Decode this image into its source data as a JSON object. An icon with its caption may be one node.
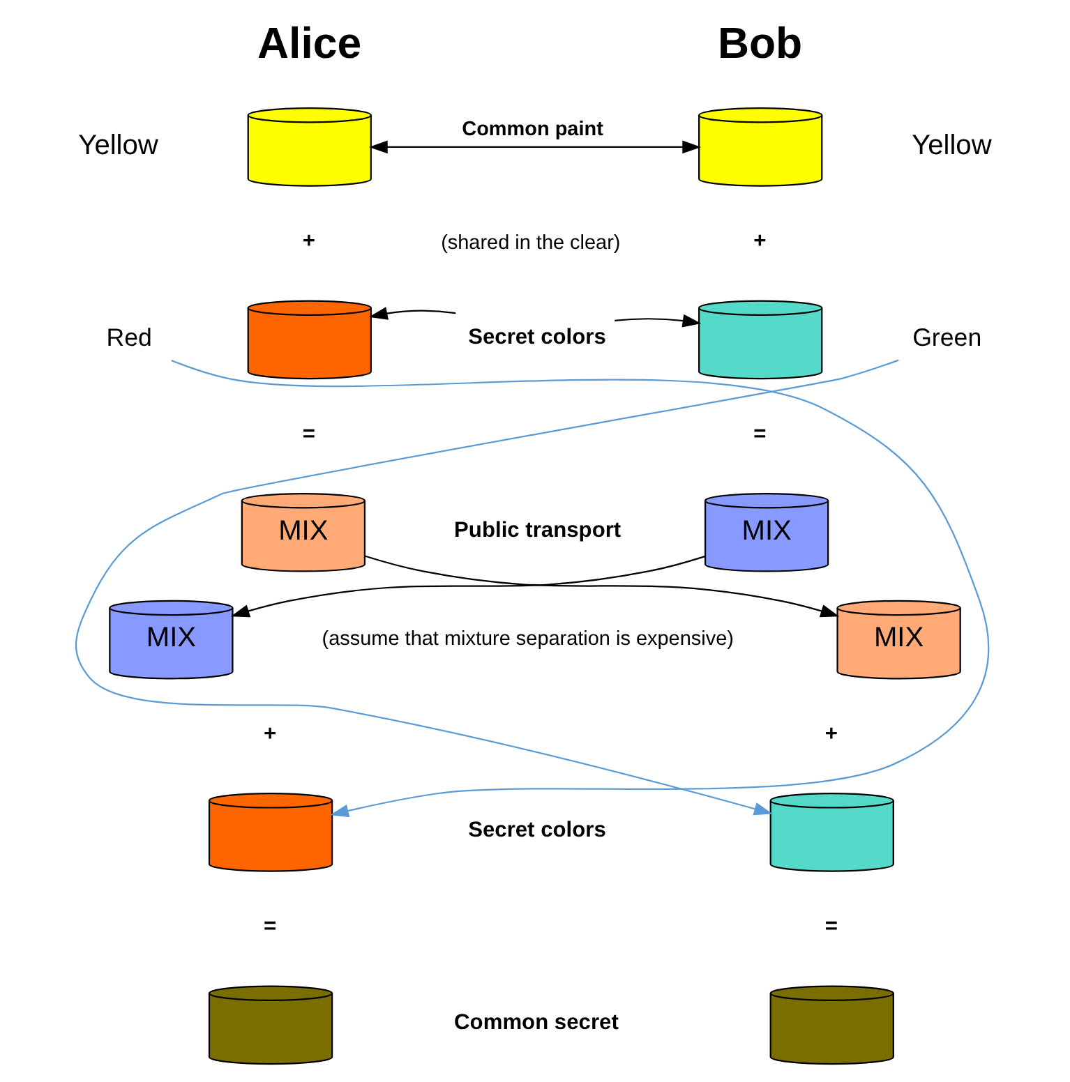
{
  "diagram": {
    "nodes": [
      {
        "text": [],
        "shape": "cylinder",
        "beside": [
          "Yellow"
        ]
      },
      {
        "text": [],
        "shape": "cylinder",
        "beside": [
          "Yellow"
        ]
      },
      {
        "text": [],
        "shape": "cylinder"
      },
      {
        "text": [],
        "shape": "cylinder"
      },
      {
        "text": [
          "MIX"
        ]
      },
      {
        "text": [
          "MIX"
        ]
      },
      {
        "text": [
          "MIX"
        ]
      },
      {
        "text": [
          "MIX"
        ]
      },
      {
        "text": [],
        "shape": "cylinder"
      },
      {
        "text": [],
        "shape": "cylinder"
      },
      {
        "text": [],
        "shape": "cylinder"
      },
      {
        "text": [],
        "shape": "cylinder"
      },
      {
        "text": [
          "Secret colors"
        ]
      },
      {
        "text": [
          "Red"
        ]
      },
      {
        "text": [
          "Green"
        ]
      }
    ],
    "edges": [
      {
        "from": 0,
        "to": 1,
        "arrow": "both",
        "label": "Common paint"
      },
      {
        "from": 12,
        "to": 2,
        "arrow": "to"
      },
      {
        "from": 12,
        "to": 3,
        "arrow": "to"
      },
      {
        "from": 4,
        "to": 7,
        "arrow": "to"
      },
      {
        "from": 5,
        "to": 6,
        "arrow": "to"
      },
      {
        "from": 13,
        "to": 8,
        "arrow": "to",
        "color": "#5b9bd5"
      },
      {
        "from": 14,
        "to": 9,
        "arrow": "to",
        "color": "#5b9bd5"
      }
    ],
    "labels": [
      "Alice",
      "Bob",
      "(shared in the clear)",
      "+",
      "+",
      "=",
      "=",
      "Public transport",
      "(assume that mixture separation is expensive)",
      "+",
      "+",
      "=",
      "=",
      "Secret colors",
      "Common secret"
    ]
  }
}
